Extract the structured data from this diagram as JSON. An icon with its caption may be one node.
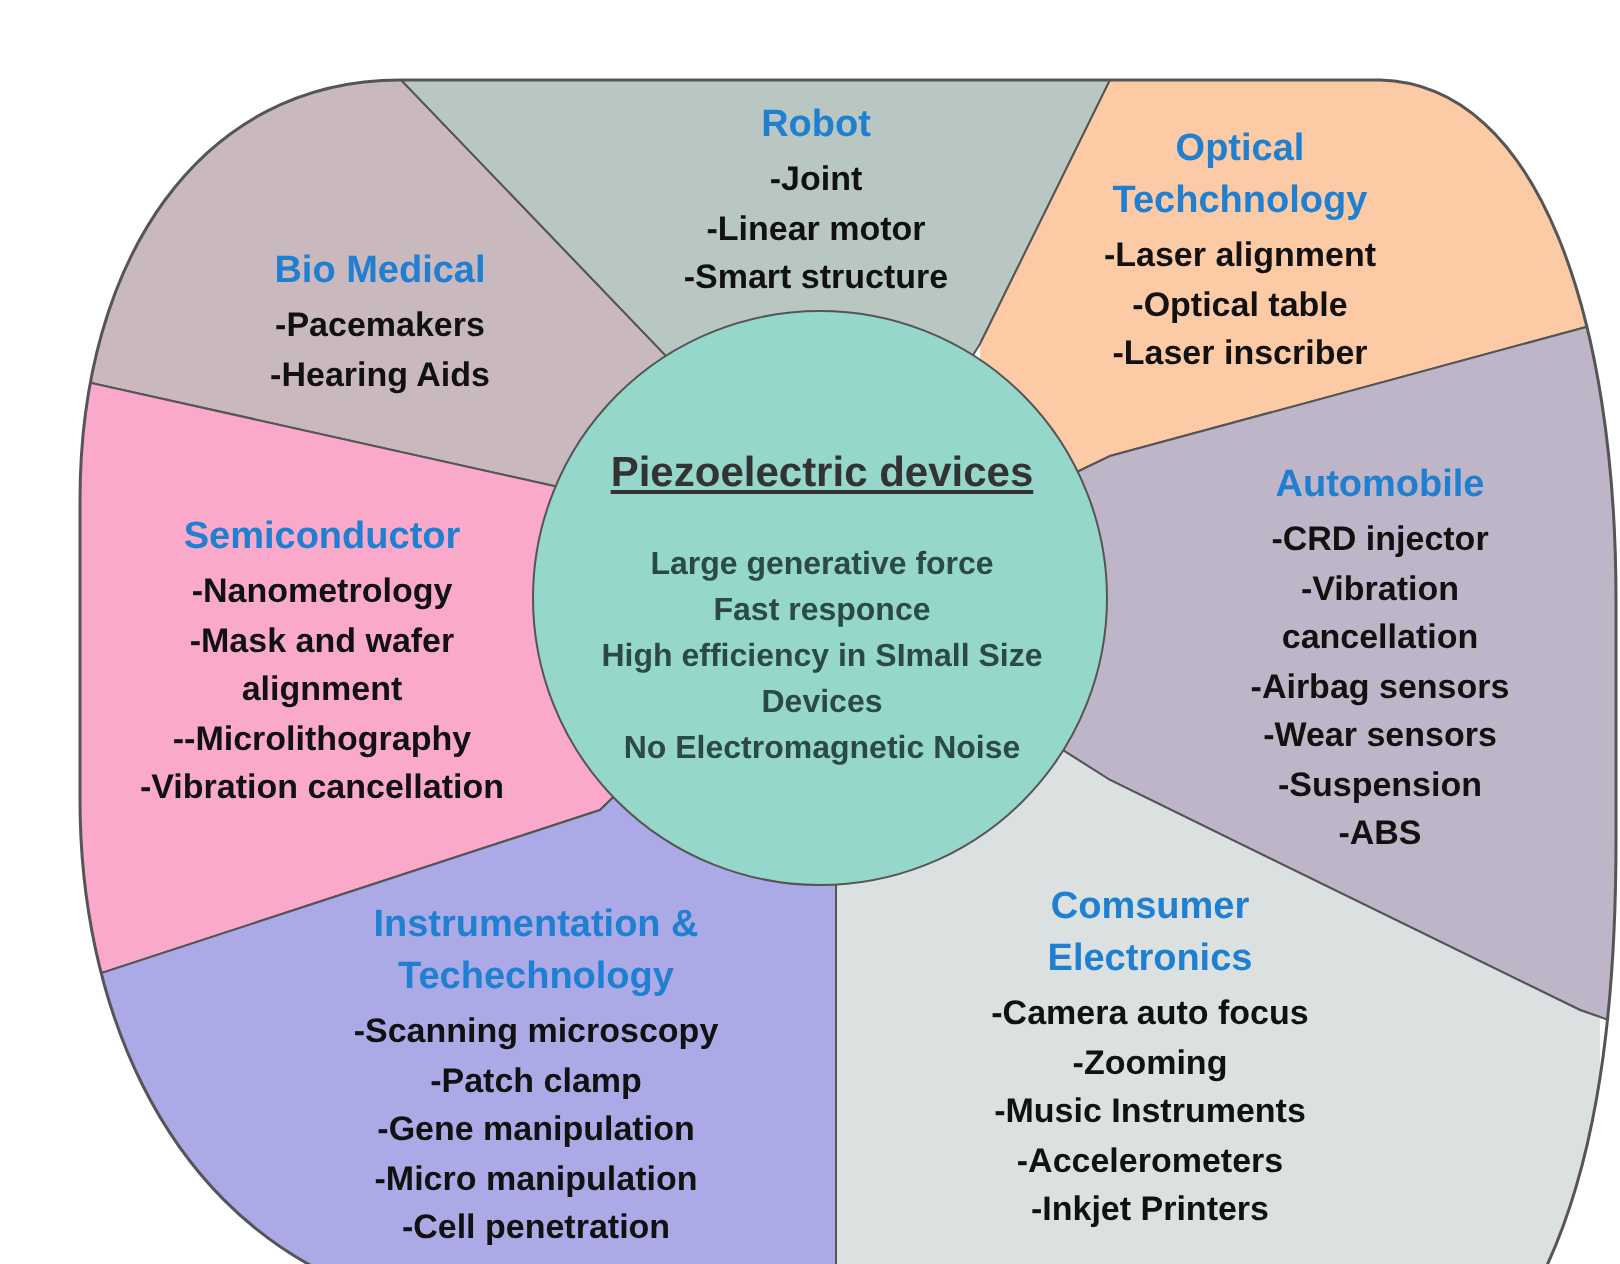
{
  "diagram": {
    "nodes": [
      {
        "text": [
          "Piezoelectric devices",
          "Large generative force",
          "Fast responce",
          "High efficiency in SImall Size Devices",
          "No Electromagnetic Noise"
        ]
      },
      {
        "text": [
          "Bio Medical",
          "-Pacemakers",
          "-Hearing Aids"
        ]
      },
      {
        "text": [
          "Robot",
          "-Joint",
          "-Linear motor",
          "-Smart structure"
        ]
      },
      {
        "text": [
          "Optical Techchnology",
          "-Laser alignment",
          "-Optical table",
          "-Laser inscriber"
        ]
      },
      {
        "text": [
          "Semiconductor",
          "-Nanometrology",
          "-Mask and wafer alignment",
          "--Microlithography",
          "-Vibration cancellation"
        ]
      },
      {
        "text": [
          "Automobile",
          "-CRD injector",
          "-Vibration cancellation",
          "-Airbag sensors",
          "-Wear sensors",
          "-Suspension",
          "-ABS"
        ]
      },
      {
        "text": [
          "Instrumentation & Techechnology",
          "-Scanning microscopy",
          "-Patch clamp",
          "-Gene manipulation",
          "-Micro manipulation",
          "-Cell penetration"
        ]
      },
      {
        "text": [
          "Comsumer Electronics",
          "-Camera auto focus",
          "-Zooming",
          "-Music Instruments",
          "-Accelerometers",
          "-Inkjet Printers"
        ]
      }
    ]
  }
}
